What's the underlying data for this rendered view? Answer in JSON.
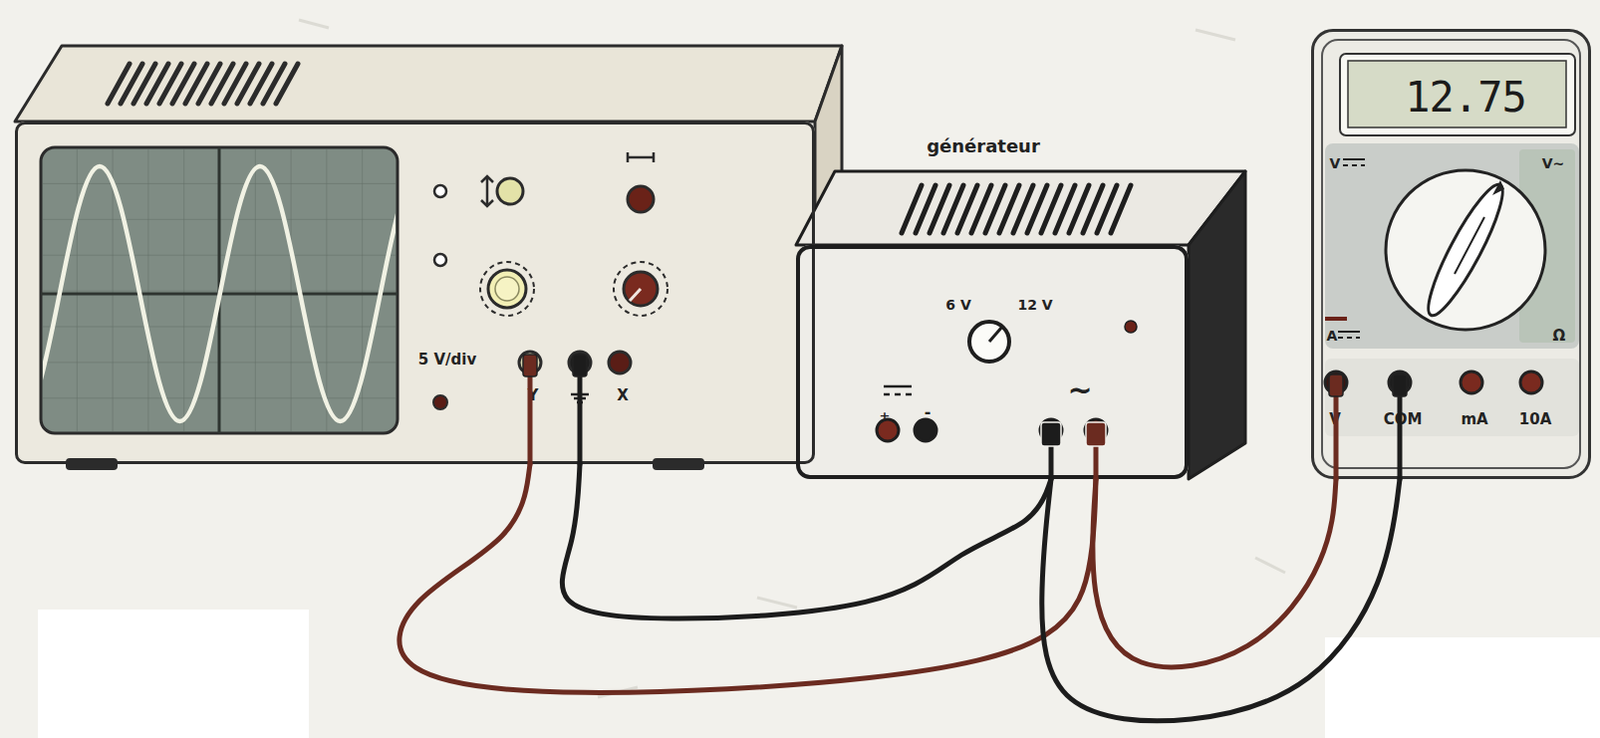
{
  "diagram": {
    "nodes": [
      {
        "text": [
          "5 V/div",
          "Y",
          "X"
        ]
      },
      {
        "text": [
          "générateur",
          "6 V",
          "12 V",
          "+",
          "-",
          "~"
        ]
      },
      {
        "text": [
          "12.75",
          "V",
          "V~",
          "A",
          "Ω",
          "V",
          "COM",
          "mA",
          "10A"
        ]
      }
    ],
    "edges": [
      {
        "from": 0,
        "to": 1,
        "arrow": "none"
      },
      {
        "from": 0,
        "to": 1,
        "arrow": "none"
      },
      {
        "from": 2,
        "to": 1,
        "arrow": "none"
      },
      {
        "from": 2,
        "to": 1,
        "arrow": "none"
      }
    ]
  }
}
